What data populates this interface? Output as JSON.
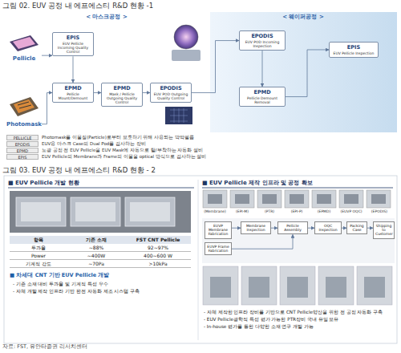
{
  "diagram": {
    "nodes": [
      {
        "text": [
          "< 마스크공정 >"
        ]
      },
      {
        "text": [
          "< 웨이퍼공정 >"
        ]
      },
      {
        "text": [
          "Pellicle"
        ],
        "in": 0
      },
      {
        "text": [
          "Photomask"
        ],
        "in": 0
      },
      {
        "text": [
          "EPIS",
          "EUV Pellicle Incoming Quality Control"
        ],
        "in": 0
      },
      {
        "text": [
          "EPMD",
          "Pellicle Mount/Demount"
        ],
        "in": 0
      },
      {
        "text": [
          "EPMD",
          "Mask / Pellicle Outgoing Quality Control"
        ],
        "in": 0
      },
      {
        "text": [
          "EPODIS",
          "EUV POD Outgoing Quality Control"
        ],
        "in": 0
      },
      {
        "text": [
          "EPODIS",
          "EUV POD Incoming Inspection"
        ],
        "in": 1
      },
      {
        "text": [
          "EPMD",
          "Pellicle Demount Removal"
        ],
        "in": 1
      },
      {
        "text": [
          "EPIS",
          "EUV Pellicle Inspection"
        ],
        "in": 1
      },
      {
        "text": [
          "EUVP Membrane Fabrication"
        ]
      },
      {
        "text": [
          "Membrane Inspection"
        ]
      },
      {
        "text": [
          "Pellicle Assembly"
        ]
      },
      {
        "text": [
          "OQC Inspection"
        ]
      },
      {
        "text": [
          "Packing Case"
        ]
      },
      {
        "text": [
          "Shipping to Customer"
        ]
      },
      {
        "text": [
          "EUVP Frame Fabrication"
        ]
      }
    ],
    "edges": [
      {
        "from": 2,
        "to": 4,
        "arrow": "to"
      },
      {
        "from": 4,
        "to": 5,
        "arrow": "to"
      },
      {
        "from": 3,
        "to": 5,
        "arrow": "to"
      },
      {
        "from": 5,
        "to": 6,
        "arrow": "to"
      },
      {
        "from": 6,
        "to": 7,
        "arrow": "to"
      },
      {
        "from": 7,
        "to": 8,
        "arrow": "to"
      },
      {
        "from": 8,
        "to": 9,
        "arrow": "to"
      },
      {
        "from": 9,
        "to": 10,
        "arrow": "to"
      },
      {
        "from": 11,
        "to": 12,
        "arrow": "to"
      },
      {
        "from": 12,
        "to": 13,
        "arrow": "to"
      },
      {
        "from": 17,
        "to": 13,
        "arrow": "to"
      },
      {
        "from": 13,
        "to": 14,
        "arrow": "to"
      },
      {
        "from": 14,
        "to": 15,
        "arrow": "to"
      },
      {
        "from": 15,
        "to": 16,
        "arrow": "to"
      }
    ],
    "labels": [
      "그림 02. EUV 공정 내 에프에스티 R&D 현황 -1",
      "PELLICLE",
      "Photomask를 이물질(Particle)로부터 보호하기 위해 사용되는 박막필름",
      "EPODIS",
      "EUV용 마스크 Case의 Dual Pod를 검사하는 장비",
      "EPMD",
      "노광 공정 전 EUV Pellicle을 EUV Mask에 자동으로 탈/부착하는 자동화 설비",
      "EPIS",
      "EUV Pellicle의 Membrane과 Frame의 이물을 optical 방식으로 검사하는 설비",
      "그림 03. EUV 공정 내 에프에스티 R&D 현황 - 2",
      "■ EUV Pellicle 개발 현황",
      "항목",
      "기존 소재",
      "FST CNT Pellicle",
      "투과율",
      "~88%",
      "92~97%",
      "Power",
      "~400W",
      "400~600 W",
      "기계적 강도",
      "~70Pa",
      ">10kPa",
      "■ 차세대 CNT 기반 EUV Pellicle 개발",
      "- 기존 소재 대비 투과율 및 기계적 특성 우수",
      "- 자체 개발 제작 인프라 기반 완전 자동화 제조 시스템 구축",
      "■ EUV Pellicle 제작 인프라 및 공정 확보",
      "(Membrane)",
      "(EPI-M)",
      "(PTR)",
      "(EPI-P)",
      "(EPMD)",
      "(EUVP OQC)",
      "(EPODIS)",
      "- 자체 제작한 인프라 장비를 기반으로 CNT Pellicle양산을 위한 전 공정 자동화 구축",
      "- EUV Pellicle광학적 특성 평가 가능한 PTR장비 국내 유일 보유",
      "- In-house 평가를 통한 다양한 소재 연구 개발 가능",
      "자료: FST, 유안타증권 리서치센터"
    ]
  }
}
